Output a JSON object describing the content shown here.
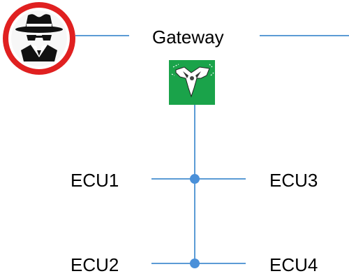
{
  "diagram": {
    "nodes": {
      "gateway": "Gateway",
      "ecu1": "ECU1",
      "ecu2": "ECU2",
      "ecu3": "ECU3",
      "ecu4": "ECU4"
    },
    "icons": {
      "attacker": "hacker-spy-icon",
      "gateway_firewall": "firewall-bird-icon"
    },
    "colors": {
      "line": "#5b9bd5",
      "junction": "#4a90d9",
      "attacker_ring": "#e02020",
      "firewall_bg": "#1aa34a"
    }
  }
}
